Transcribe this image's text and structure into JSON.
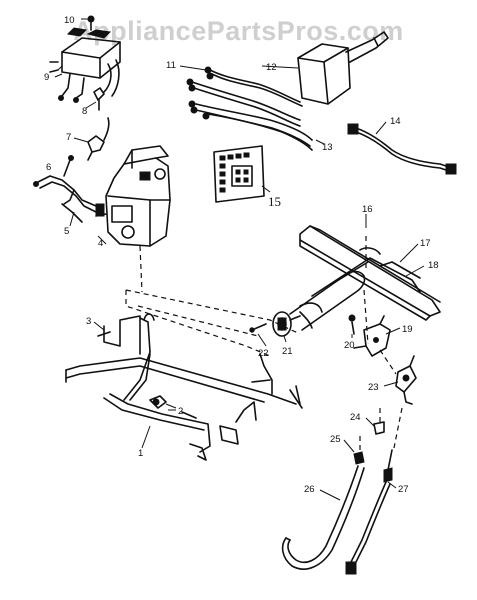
{
  "watermark": "AppliancePartsPros.com",
  "callouts": [
    "10",
    "9",
    "8",
    "7",
    "6",
    "5",
    "4",
    "11",
    "12",
    "13",
    "14",
    "15",
    "16",
    "17",
    "18",
    "19",
    "20",
    "21",
    "22",
    "23",
    "24",
    "25",
    "26",
    "27",
    "3",
    "2",
    "1"
  ]
}
